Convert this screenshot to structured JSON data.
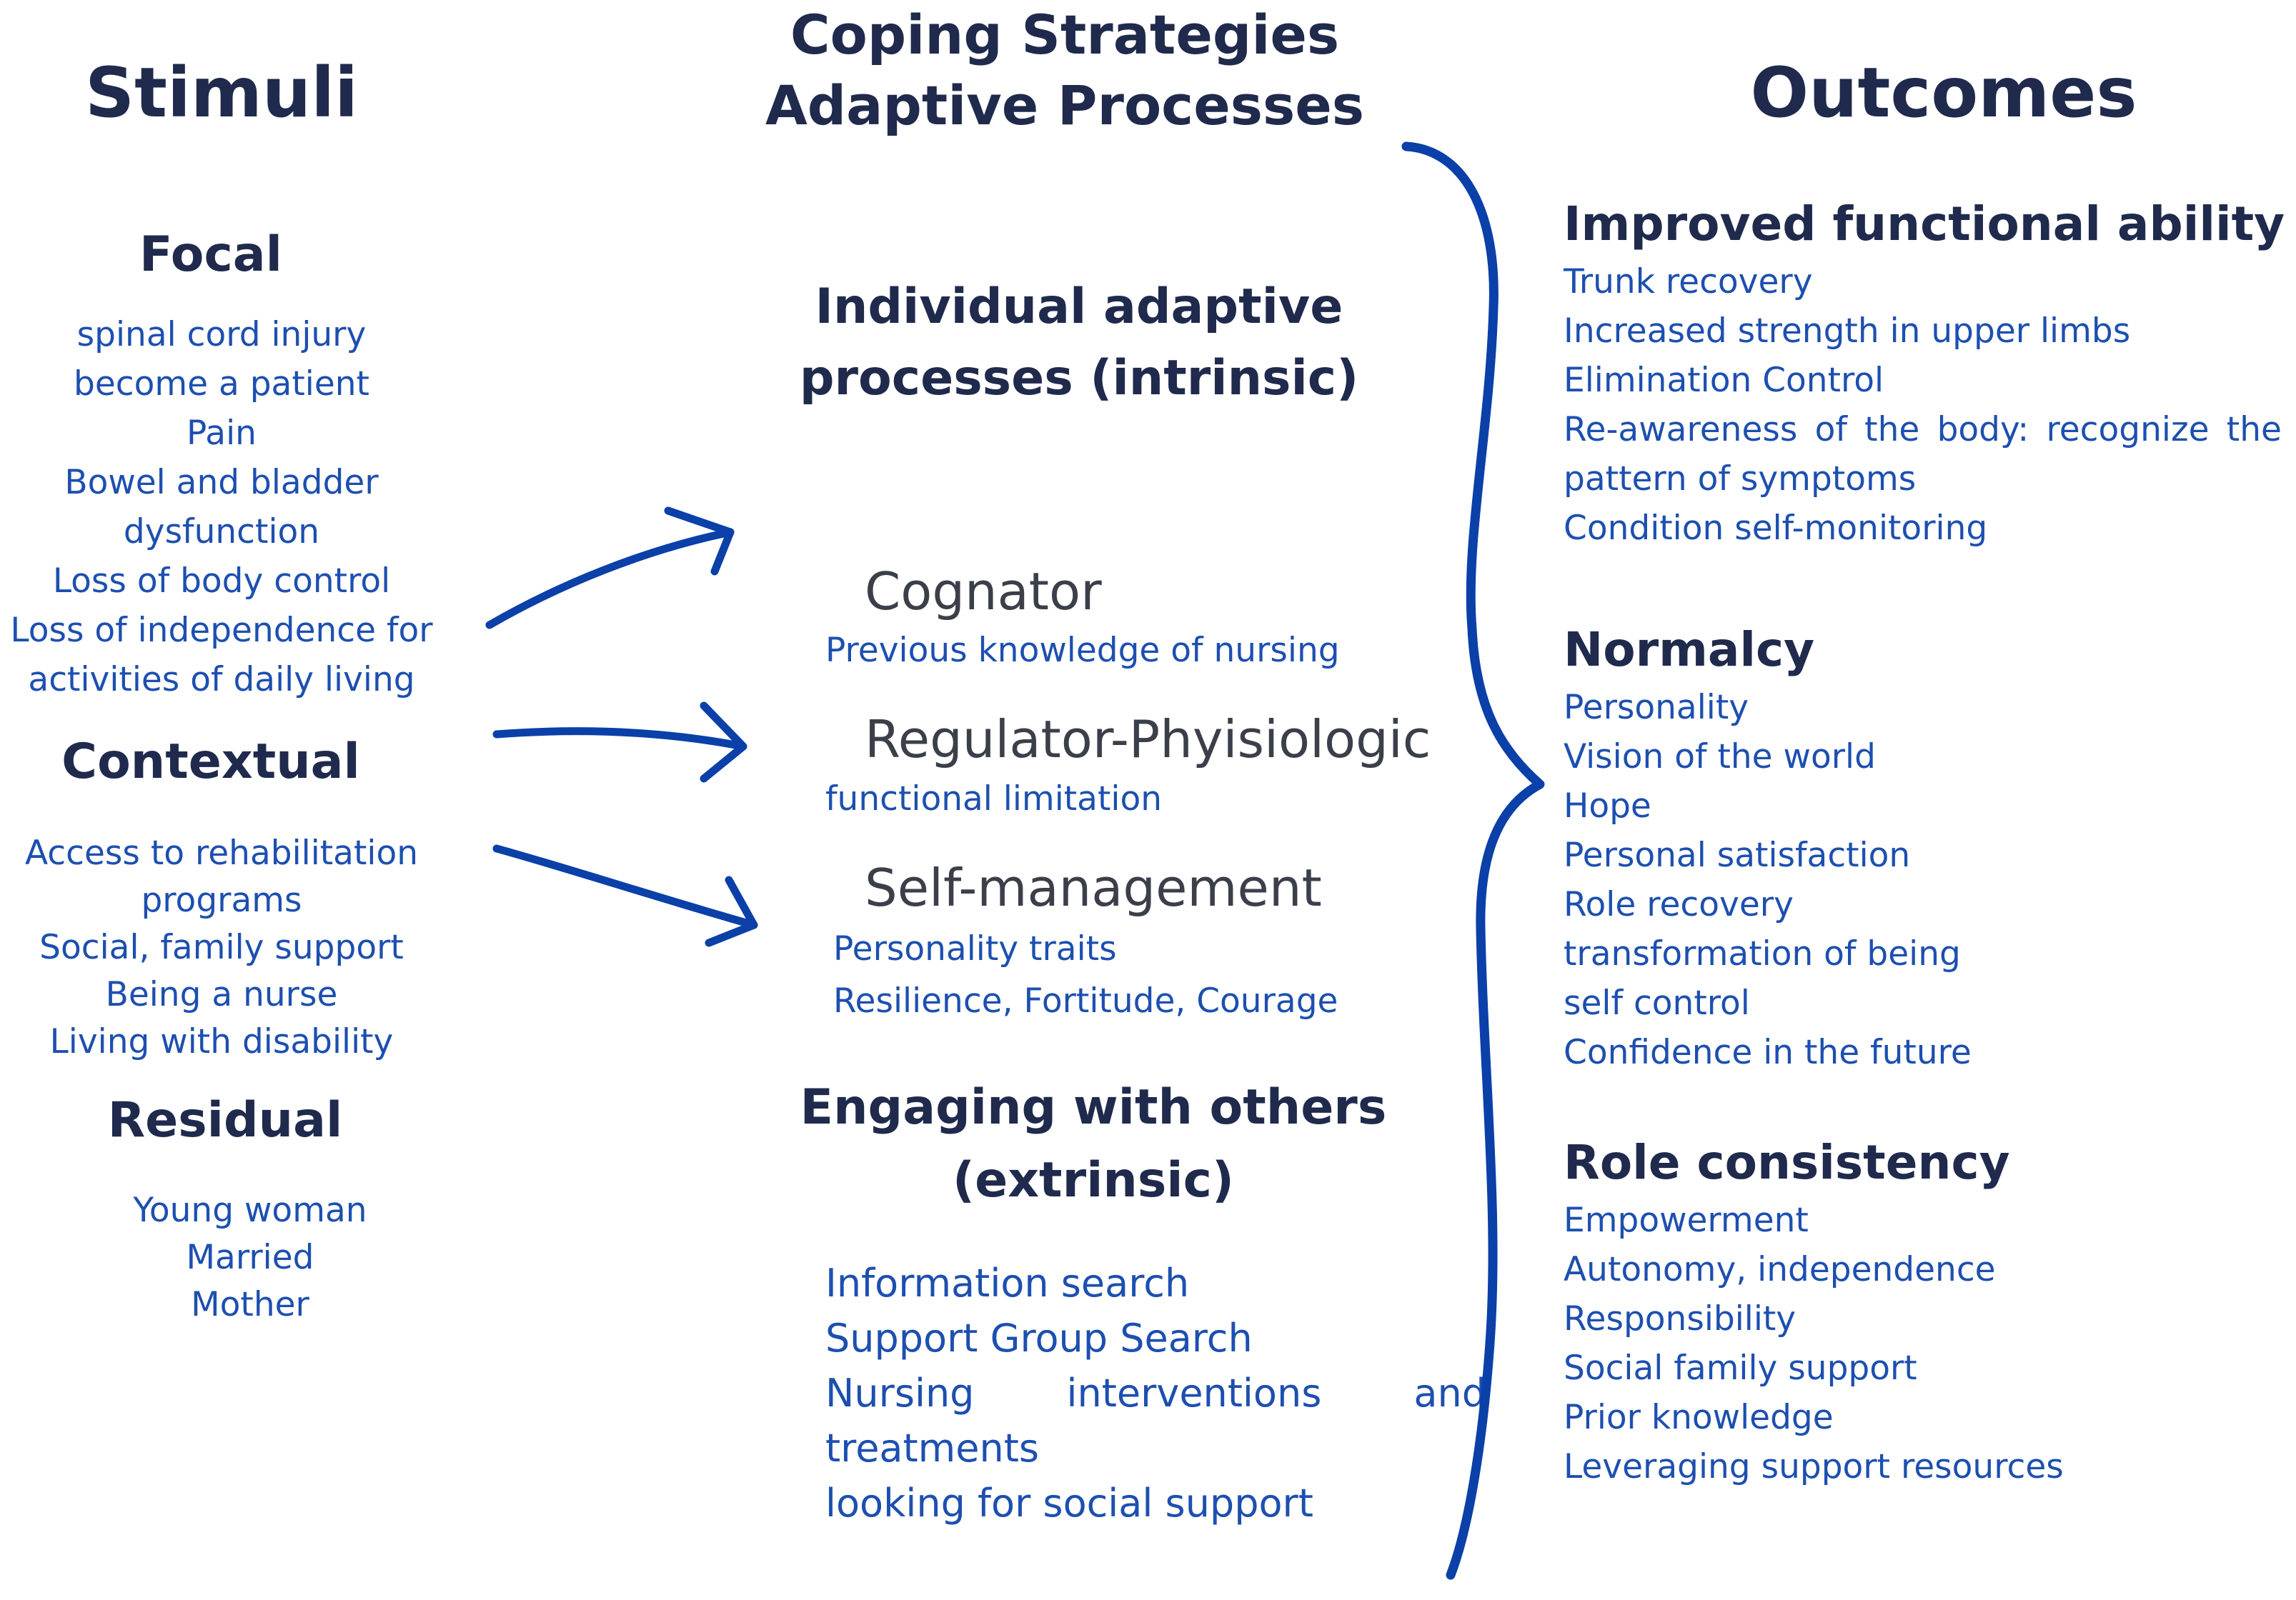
{
  "headers": {
    "stimuli": "Stimuli",
    "coping_line1": "Coping Strategies",
    "coping_line2": "Adaptive Processes",
    "outcomes": "Outcomes"
  },
  "stimuli": {
    "focal": {
      "title": "Focal",
      "items": [
        "spinal cord injury",
        "become a patient",
        "Pain",
        "Bowel and bladder",
        "dysfunction",
        "Loss of body control",
        "Loss of independence for",
        "activities of daily living"
      ]
    },
    "contextual": {
      "title": "Contextual",
      "items": [
        "Access to rehabilitation",
        "programs",
        "Social, family support",
        "Being a nurse",
        "Living with disability"
      ]
    },
    "residual": {
      "title": "Residual",
      "items": [
        "Young woman",
        "Married",
        "Mother"
      ]
    }
  },
  "coping": {
    "intrinsic_title_line1": "Individual adaptive",
    "intrinsic_title_line2": "processes (intrinsic)",
    "cognator": {
      "title": "Cognator",
      "items": [
        "Previous knowledge of nursing"
      ]
    },
    "regulator": {
      "title": "Regulator-Phyisiologic",
      "items": [
        "functional limitation"
      ]
    },
    "self_management": {
      "title": "Self-management",
      "items": [
        "Personality traits",
        "Resilience, Fortitude, Courage"
      ]
    },
    "extrinsic_title_line1": "Engaging with others",
    "extrinsic_title_line2": "(extrinsic)",
    "extrinsic_items": {
      "info": "Information search",
      "support_group": "Support Group Search",
      "nursing_w1": "Nursing",
      "nursing_w2": "interventions",
      "nursing_w3": "and",
      "treatments": "treatments",
      "social": "looking for social support"
    }
  },
  "outcomes": {
    "functional": {
      "title": "Improved functional ability",
      "items": {
        "trunk": "Trunk recovery",
        "strength": "Increased strength in upper limbs",
        "elimination": "Elimination Control",
        "reawareness_words": [
          "Re-awareness",
          "of",
          "the",
          "body:",
          "recognize",
          "the"
        ],
        "pattern": "pattern of symptoms",
        "selfmon": "Condition self-monitoring"
      }
    },
    "normalcy": {
      "title": "Normalcy",
      "items": [
        "Personality",
        "Vision of the world",
        "Hope",
        "Personal satisfaction",
        "Role recovery",
        "transformation of being",
        "self control",
        "Confidence in the future"
      ]
    },
    "role": {
      "title": "Role consistency",
      "items": [
        "Empowerment",
        "Autonomy, independence",
        "Responsibility",
        "Social family support",
        "Prior knowledge",
        "Leveraging support resources"
      ]
    }
  },
  "colors": {
    "heading": "#1f2a4d",
    "text": "#1d4fb0",
    "arrow": "#0a40a8",
    "process": "#3b3f4a"
  }
}
